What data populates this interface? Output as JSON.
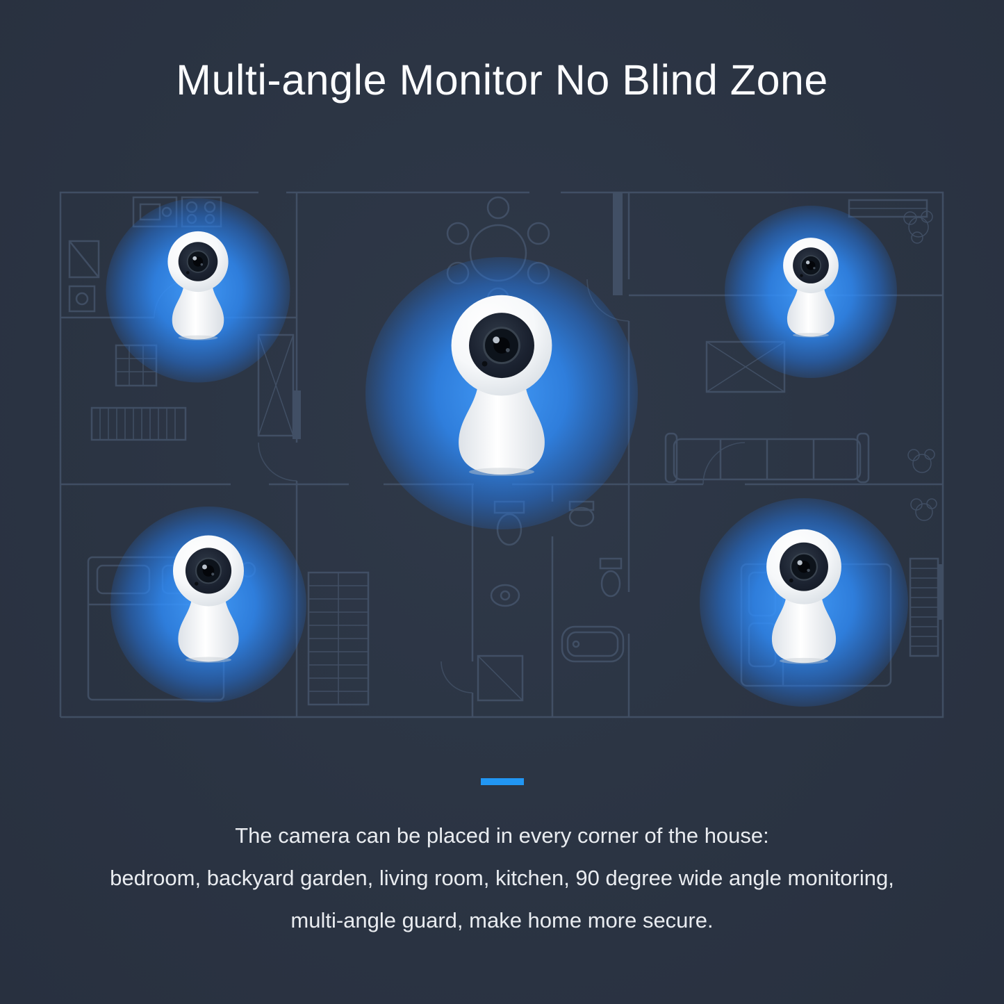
{
  "page": {
    "background": "#2b3443",
    "accent_blue": "#2196f3",
    "glow_color": "#2f8dfc",
    "plan_line_color": "#4e5f78",
    "camera_body_color": "#ffffff"
  },
  "header": {
    "title": "Multi-angle Monitor No Blind Zone"
  },
  "cameras": [
    {
      "id": "camera-top-left",
      "location": "top-left room",
      "size": "small"
    },
    {
      "id": "camera-center",
      "location": "center living area",
      "size": "large"
    },
    {
      "id": "camera-top-right",
      "location": "top-right room",
      "size": "small"
    },
    {
      "id": "camera-bottom-left",
      "location": "bottom-left bedroom",
      "size": "medium"
    },
    {
      "id": "camera-bottom-right",
      "location": "bottom-right bedroom",
      "size": "medium"
    }
  ],
  "description": {
    "lines": [
      "The camera can be placed in every corner of the house:",
      "bedroom, backyard garden, living room, kitchen, 90 degree wide angle monitoring,",
      "multi-angle guard, make home more secure."
    ]
  }
}
